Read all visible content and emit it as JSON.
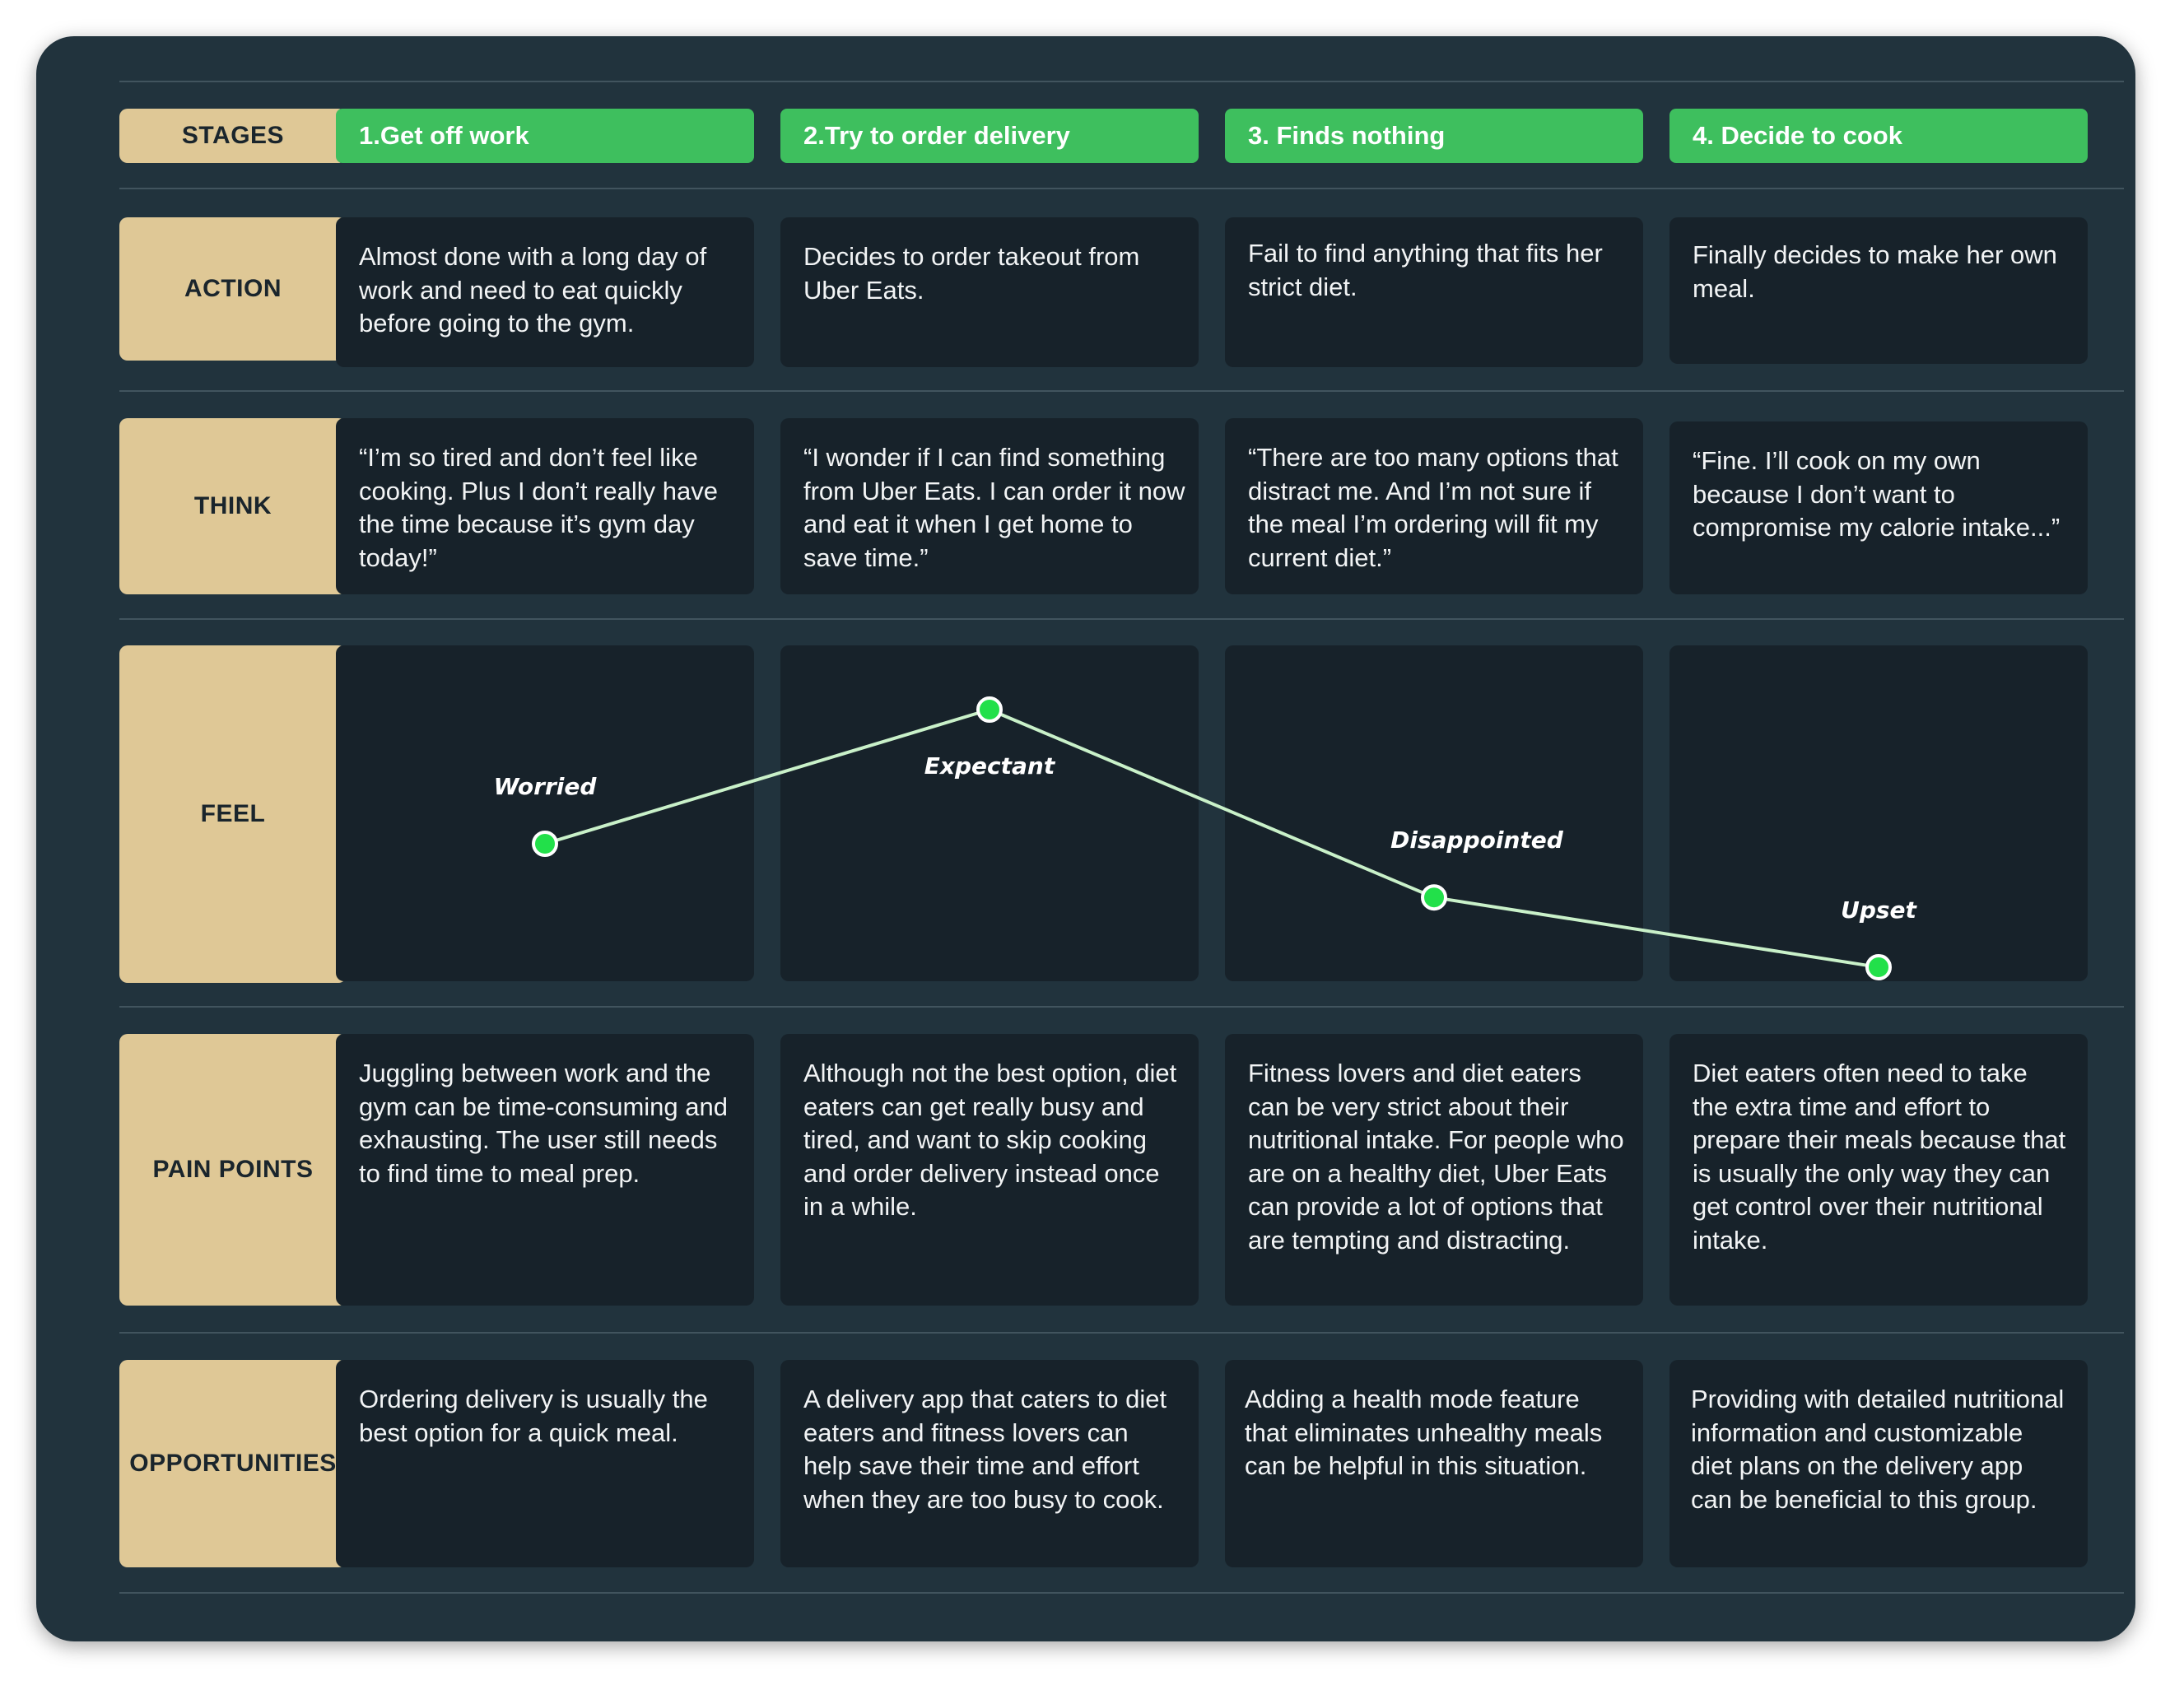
{
  "rows": {
    "stages": "STAGES",
    "action": "ACTION",
    "think": "THINK",
    "feel": "FEEL",
    "pain_points": "PAIN POINTS",
    "opportunities": "OPPORTUNITIES"
  },
  "stages": [
    {
      "title": "1.Get off work",
      "action": "Almost done with a long day of work and need to eat quickly before going to the gym.",
      "think": "“I’m so tired and don’t feel like cooking. Plus I don’t really have the time because it’s gym day today!”",
      "pain": "Juggling between work and the gym can be time-consuming and exhausting. The user still needs to find time to meal prep.",
      "opportunity": "Ordering delivery is usually the best option for a quick meal."
    },
    {
      "title": "2.Try to order delivery",
      "action": "Decides to order takeout from Uber Eats.",
      "think": "“I wonder if I can find something from Uber Eats. I can order it now and eat it when I get home to save time.”",
      "pain": "Although not the best option, diet eaters can get really busy and tired, and want to skip cooking and order delivery instead once in a while.",
      "opportunity": "A delivery app that caters to diet eaters and fitness lovers can help save their time and effort when they are too busy to cook."
    },
    {
      "title": "3. Finds nothing",
      "action": "Fail to find anything that fits her strict diet.",
      "think": "“There are too many options that distract me. And I’m not sure if the meal I’m ordering will fit my current diet.”",
      "pain": "Fitness lovers and diet eaters can be very strict about their nutritional intake. For people who are on a healthy diet, Uber Eats can provide a lot of options that are tempting and distracting.",
      "opportunity": "Adding a health mode feature that eliminates unhealthy meals can be helpful in this situation."
    },
    {
      "title": "4. Decide to cook",
      "action": "Finally decides to make her own meal.",
      "think": "“Fine. I’ll cook on my own because I don’t want to compromise my calorie intake...”",
      "pain": "Diet eaters often need to take the extra time and effort to prepare their meals because that is usually the only way they can get control over their nutritional intake.",
      "opportunity": "Providing with detailed nutritional information and customizable diet plans on the delivery app can be beneficial to this group."
    }
  ],
  "chart_data": {
    "type": "line",
    "categories": [
      "1.Get off work",
      "2.Try to order delivery",
      "3. Finds nothing",
      "4. Decide to cook"
    ],
    "point_labels": [
      "Worried",
      "Expectant",
      "Disappointed",
      "Upset"
    ],
    "values": [
      0.5,
      1.0,
      0.3,
      0.04
    ],
    "ylim": [
      0,
      1
    ]
  },
  "colors": {
    "background": "#21333d",
    "cell": "#17222a",
    "label": "#dfc896",
    "stage": "#3ebf5e",
    "line": "#c9f1c9",
    "point": "#22e04a"
  }
}
